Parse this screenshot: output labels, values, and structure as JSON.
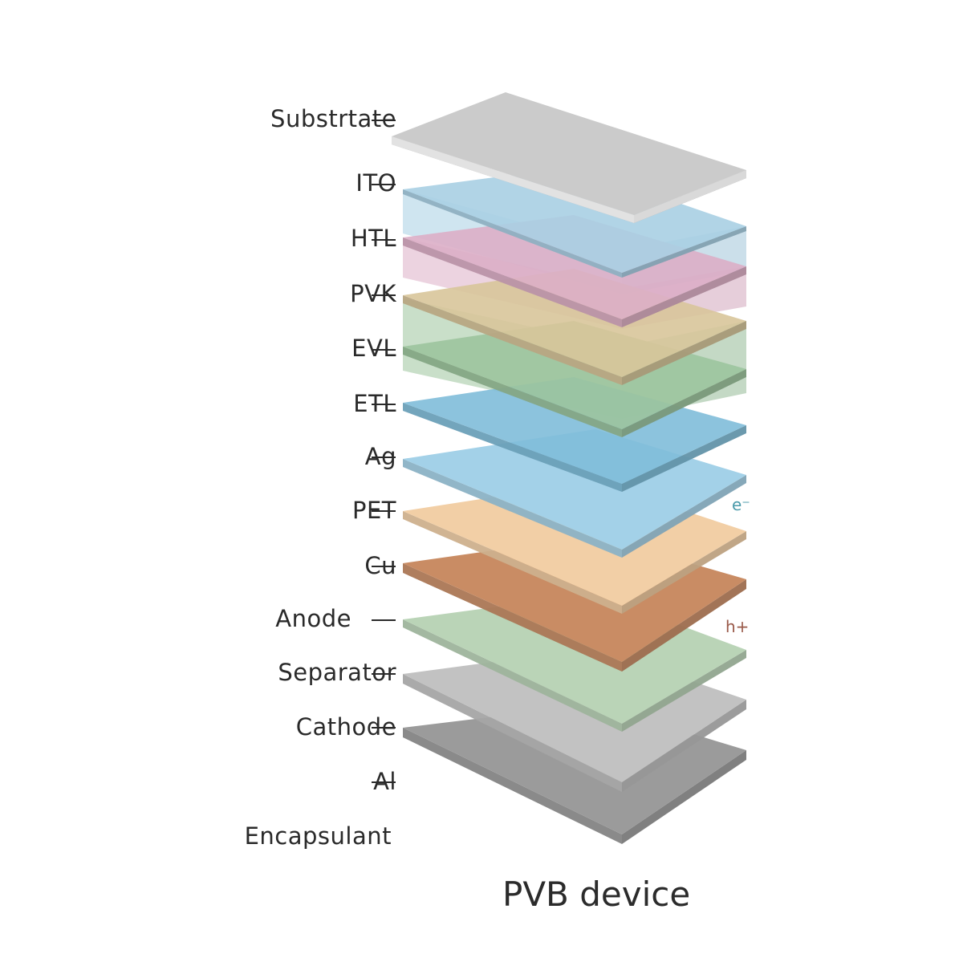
{
  "title": "PVB device",
  "labels": [
    "Substrtate",
    "ITO",
    "HTL",
    "PVK",
    "EVL",
    "ETL",
    "Ag",
    "PET",
    "Cu",
    "Anode",
    "Separator",
    "Cathode",
    "Al",
    "Encapsulant"
  ],
  "carriers": {
    "electron": "e⁻",
    "hole": "h+"
  },
  "colors": {
    "substrate": "#cbcbcb",
    "ito": "#a8cfe3",
    "htl": "#dcaec6",
    "pvk": "#d8c59a",
    "evl": "#9cc49d",
    "etl": "#7fbcd9",
    "ag": "#a3d1e8",
    "pet": "#f2cfa6",
    "cu": "#c98c64",
    "anode": "#bad4b7",
    "separator": "#c2c2c2",
    "cathode": "#9b9b9b",
    "electron": "#4a9aaa",
    "hole": "#9a5a4a"
  }
}
